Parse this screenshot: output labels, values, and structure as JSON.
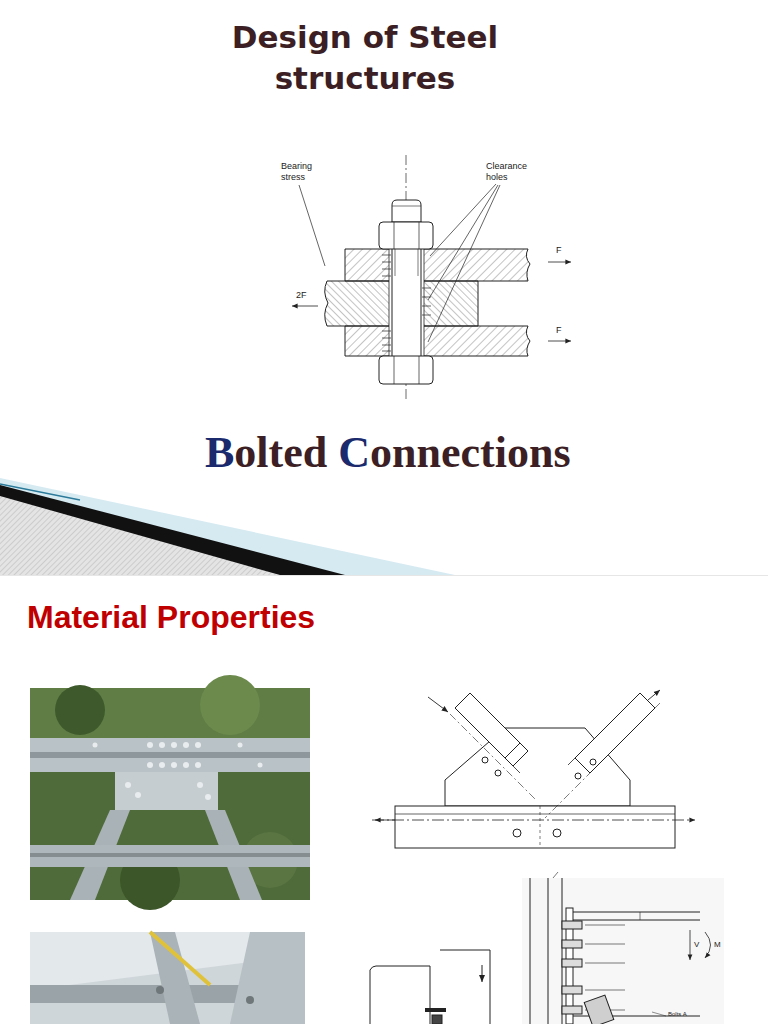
{
  "diagram": {
    "title": "Design of Steel structures",
    "labels": [
      "Bearing stress",
      "Clearance holes",
      "F",
      "2F",
      "F",
      "Bolted Connections",
      "Material Properties",
      "V",
      "M",
      "Bolts A"
    ]
  }
}
